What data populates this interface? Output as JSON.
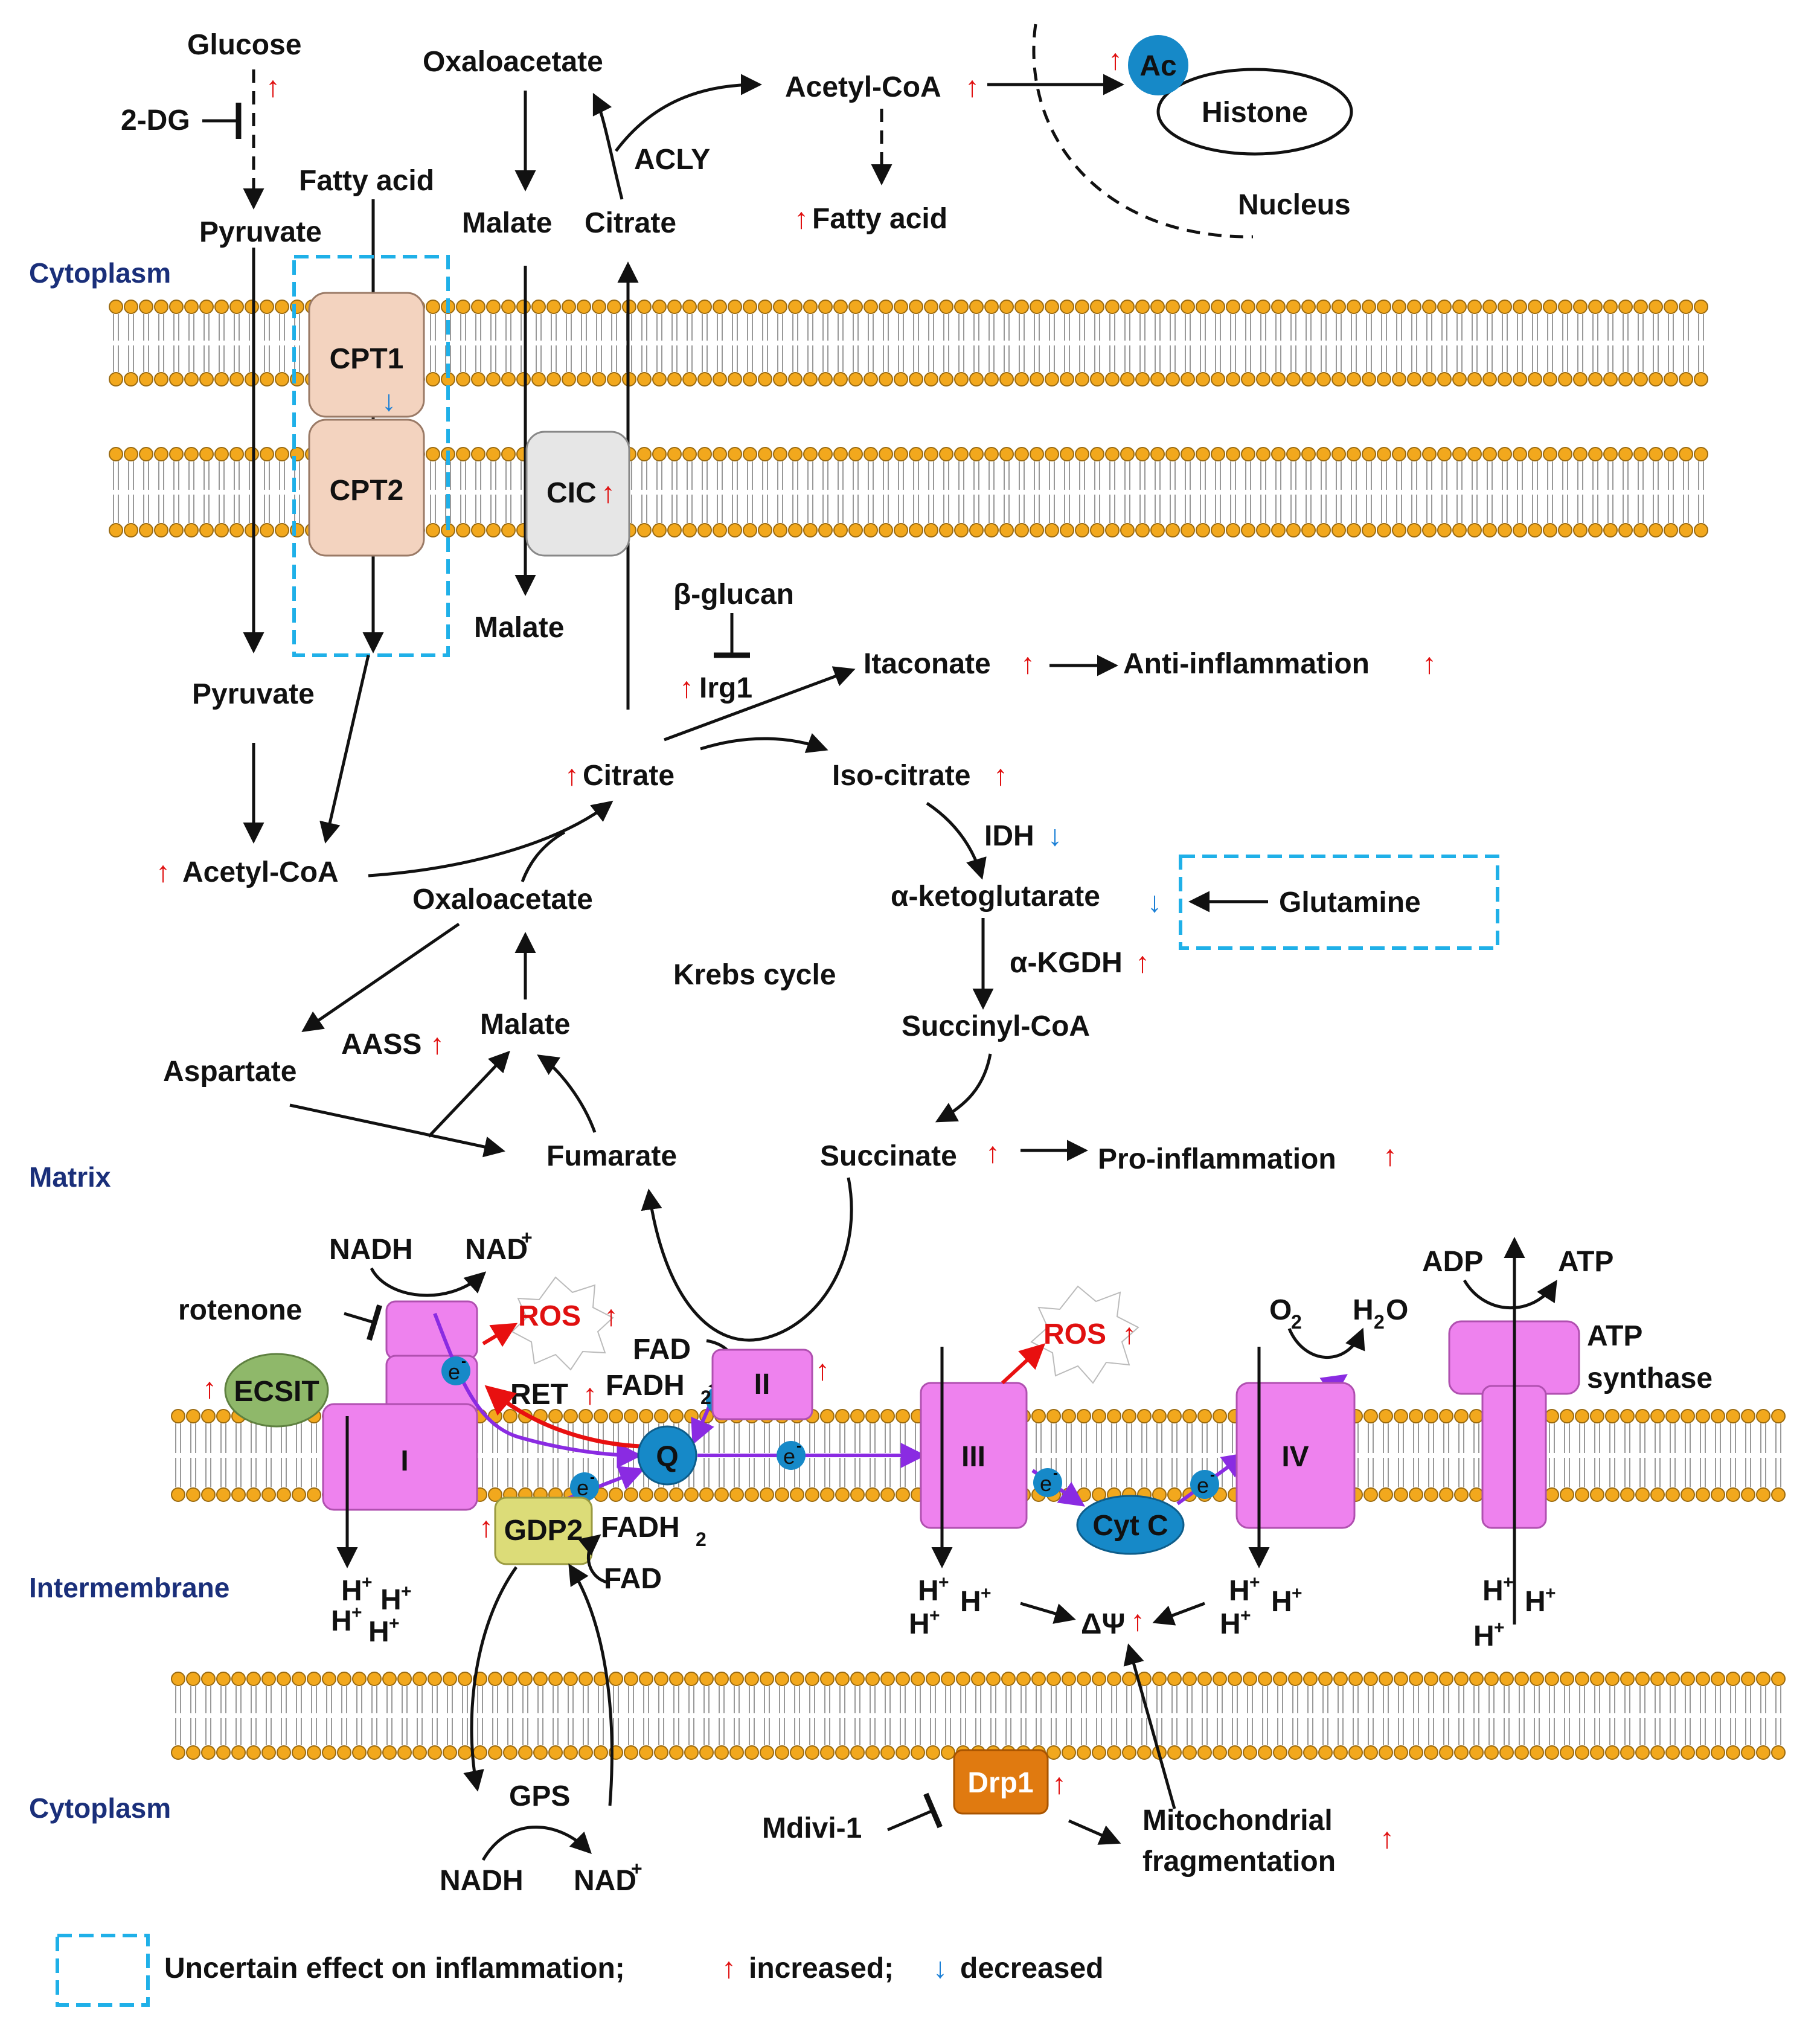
{
  "regions": {
    "cytoplasm_top": "Cytoplasm",
    "matrix": "Matrix",
    "intermembrane": "Intermembrane",
    "cytoplasm_bottom": "Cytoplasm"
  },
  "cytoplasm_metabolites": {
    "glucose": "Glucose",
    "two_dg": "2-DG",
    "pyruvate": "Pyruvate",
    "fatty_acid": "Fatty acid",
    "oxaloacetate": "Oxaloacetate",
    "malate": "Malate",
    "citrate": "Citrate",
    "acly": "ACLY",
    "acetyl_coa": "Acetyl-CoA",
    "fatty_acid_out": "Fatty acid",
    "ac": "Ac",
    "histone": "Histone",
    "nucleus": "Nucleus"
  },
  "transporters": {
    "cpt1": "CPT1",
    "cpt2": "CPT2",
    "cic": "CIC"
  },
  "matrix_metabolites": {
    "malate_in": "Malate",
    "pyruvate_in": "Pyruvate",
    "beta_glucan": "β-glucan",
    "irg1": "Irg1",
    "itaconate": "Itaconate",
    "anti_inflammation": "Anti-inflammation",
    "citrate_cycle": "Citrate",
    "iso_citrate": "Iso-citrate",
    "idh": "IDH",
    "acetyl_coa_in": "Acetyl-CoA",
    "oxaloacetate_cycle": "Oxaloacetate",
    "alpha_kg": "α-ketoglutarate",
    "glutamine": "Glutamine",
    "alpha_kgdh": "α-KGDH",
    "krebs": "Krebs cycle",
    "aass": "AASS",
    "malate_cycle": "Malate",
    "aspartate": "Aspartate",
    "succinyl_coa": "Succinyl-CoA",
    "fumarate": "Fumarate",
    "succinate": "Succinate",
    "pro_inflammation": "Pro-inflammation"
  },
  "etc": {
    "nadh": "NADH",
    "nad_plus": "NAD",
    "nad_sup": "+",
    "rotenone": "rotenone",
    "ros": "ROS",
    "ecsit": "ECSIT",
    "complex_i": "I",
    "complex_ii": "II",
    "complex_iii": "III",
    "complex_iv": "IV",
    "q": "Q",
    "cyt_c": "Cyt C",
    "ret": "RET",
    "fad": "FAD",
    "fadh2": "FADH",
    "sub2": "2",
    "gdp2": "GDP2",
    "electron": "e",
    "electron_sup": "-",
    "o2": "O",
    "h2o_h": "H",
    "h2o_o": "O",
    "adp": "ADP",
    "atp": "ATP",
    "atp_synthase_1": "ATP",
    "atp_synthase_2": "synthase",
    "proton": "H",
    "proton_sup": "+",
    "delta_psi": "ΔΨ",
    "gps": "GPS",
    "nadh_bottom": "NADH",
    "nad_bottom": "NAD"
  },
  "mito_dynamics": {
    "drp1": "Drp1",
    "mdivi": "Mdivi-1",
    "fragmentation_1": "Mitochondrial",
    "fragmentation_2": "fragmentation"
  },
  "legend": {
    "text_a": "Uncertain effect on inflammation;",
    "text_b": "increased;",
    "text_c": "decreased"
  },
  "indicators": {
    "up_arrow": "↑",
    "down_arrow": "↓",
    "up_color": "#e01010",
    "down_color": "#1a7fd6"
  },
  "colors": {
    "lipid_head": "#f2a81d",
    "complex_fill": "#ee82ee",
    "quinone": "#1689c8",
    "ecsit": "#8fb86a",
    "gdp2": "#dcdc78",
    "drp1": "#e07a10",
    "cpt": "#f3d3bf",
    "cic": "#d8d8d8",
    "dashed_box": "#1fb0e8",
    "electron_path": "#8a2be2",
    "ret_path": "#e81010"
  }
}
